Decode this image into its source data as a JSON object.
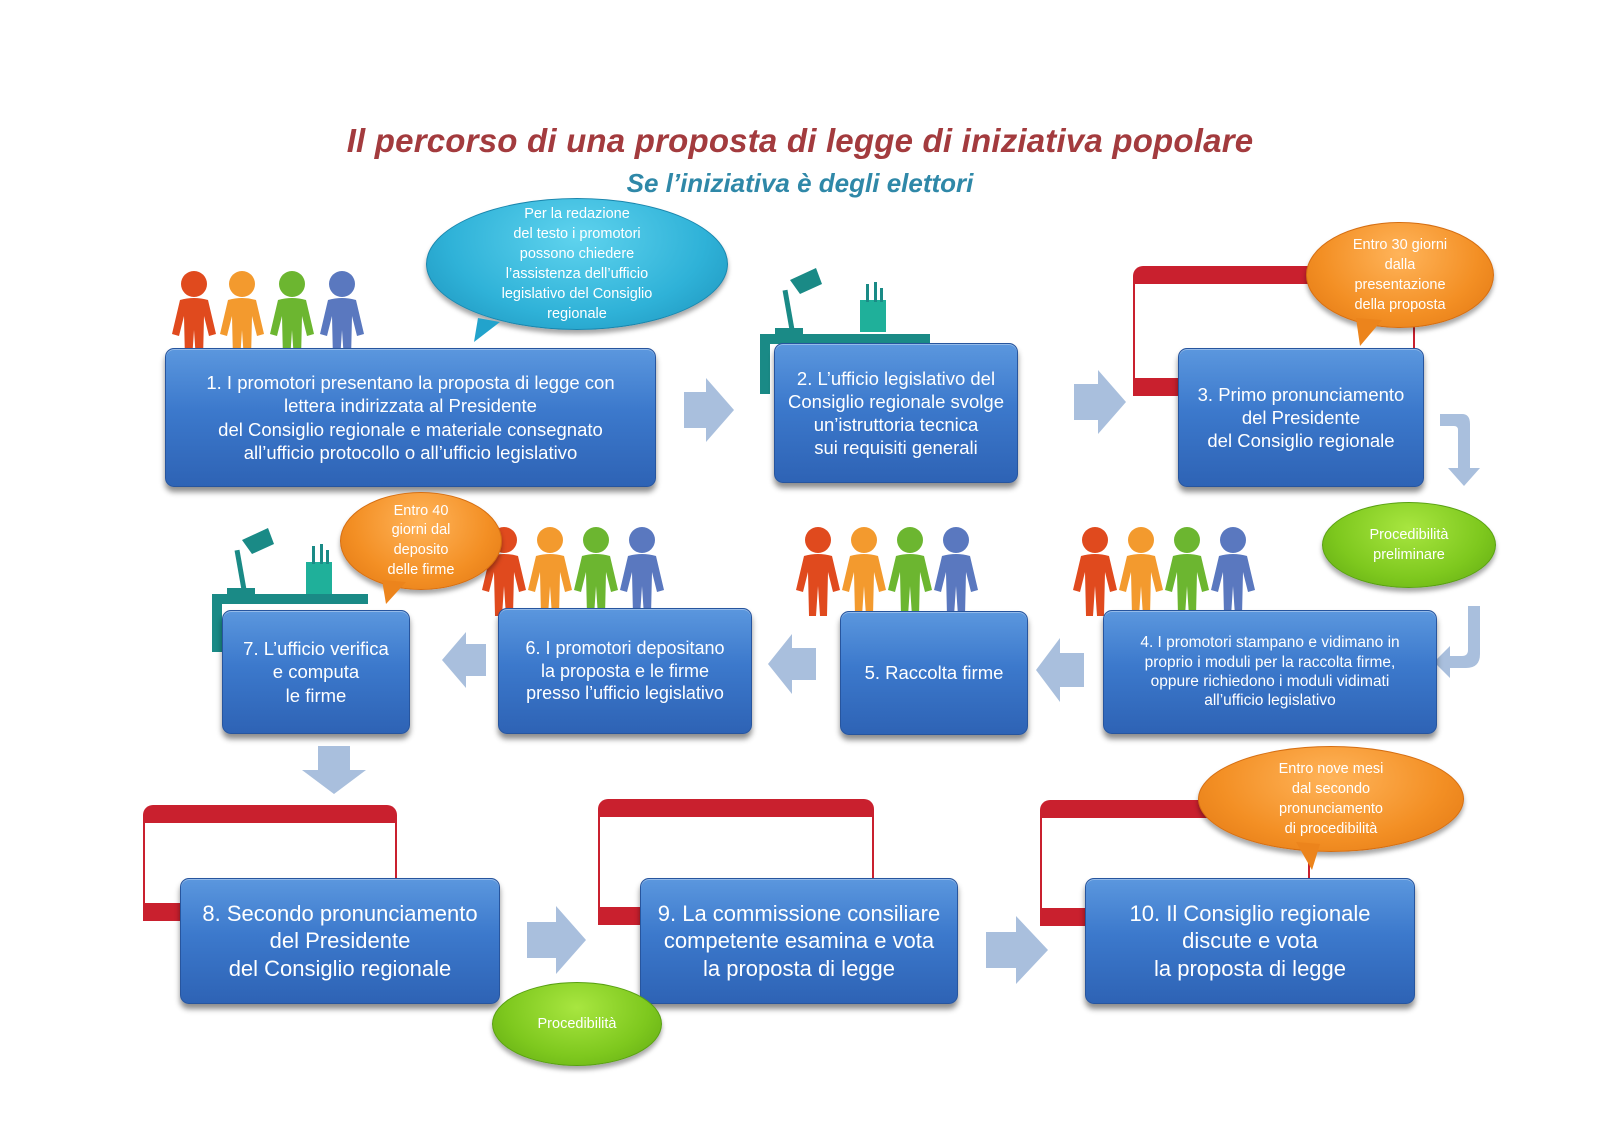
{
  "header": {
    "title": "Il percorso di una proposta di legge di iniziativa popolare",
    "subtitle": "Se l’iniziativa è degli elettori"
  },
  "steps": [
    {
      "label": "1. I promotori presentano la proposta di legge con\nlettera indirizzata al Presidente\ndel Consiglio regionale e materiale consegnato\nall’ufficio protocollo o all’ufficio legislativo"
    },
    {
      "label": "2. L’ufficio legislativo del\nConsiglio regionale svolge\nun’istruttoria tecnica\nsui requisiti generali"
    },
    {
      "label": "3. Primo pronunciamento\ndel Presidente\ndel Consiglio regionale"
    },
    {
      "label": "4. I promotori stampano e vidimano in\nproprio i moduli per la raccolta firme,\noppure richiedono i moduli vidimati\nall’ufficio legislativo"
    },
    {
      "label": "5. Raccolta firme"
    },
    {
      "label": "6.  I promotori depositano\nla proposta e le firme\npresso  l’ufficio legislativo"
    },
    {
      "label": "7. L’ufficio verifica\ne computa\nle firme"
    },
    {
      "label": "8. Secondo pronunciamento\ndel Presidente\ndel Consiglio regionale"
    },
    {
      "label": "9. La commissione consiliare\ncompetente esamina e vota\nla proposta di legge"
    },
    {
      "label": "10. Il Consiglio regionale\ndiscute e vota\nla proposta di legge"
    }
  ],
  "bubbles": {
    "assistance": "Per la redazione\ndel testo i promotori\npossono chiedere\nl’assistenza dell’ufficio\nlegislativo del Consiglio\nregionale",
    "deadline_30": "Entro 30 giorni\ndalla\npresentazione\ndella proposta",
    "preliminary": "Procedibilità\npreliminare",
    "deadline_40": "Entro 40\ngiorni dal\ndeposito\ndelle firme",
    "procedibility": "Procedibilità",
    "deadline_nine_months": "Entro nove mesi\ndal secondo\npronunciamento\ndi procedibilità"
  },
  "colors": {
    "title": "#a33b3e",
    "subtitle": "#2f88a8",
    "step_box": "#3c79cc",
    "arrow": "#a9bfdd",
    "bubble_blue": "#2fb2d8",
    "bubble_orange": "#f38f24",
    "bubble_green": "#7ec81e",
    "flag_red": "#c9202e",
    "people": [
      "#e04a1e",
      "#f39a2e",
      "#6cb630",
      "#5a78bf"
    ],
    "desk": "#1a8a86"
  },
  "icons": [
    "people-group-icon",
    "desk-lamp-icon",
    "regional-flag-icon",
    "right-arrow-icon",
    "left-arrow-icon",
    "down-arrow-icon",
    "curved-down-arrow-icon"
  ]
}
